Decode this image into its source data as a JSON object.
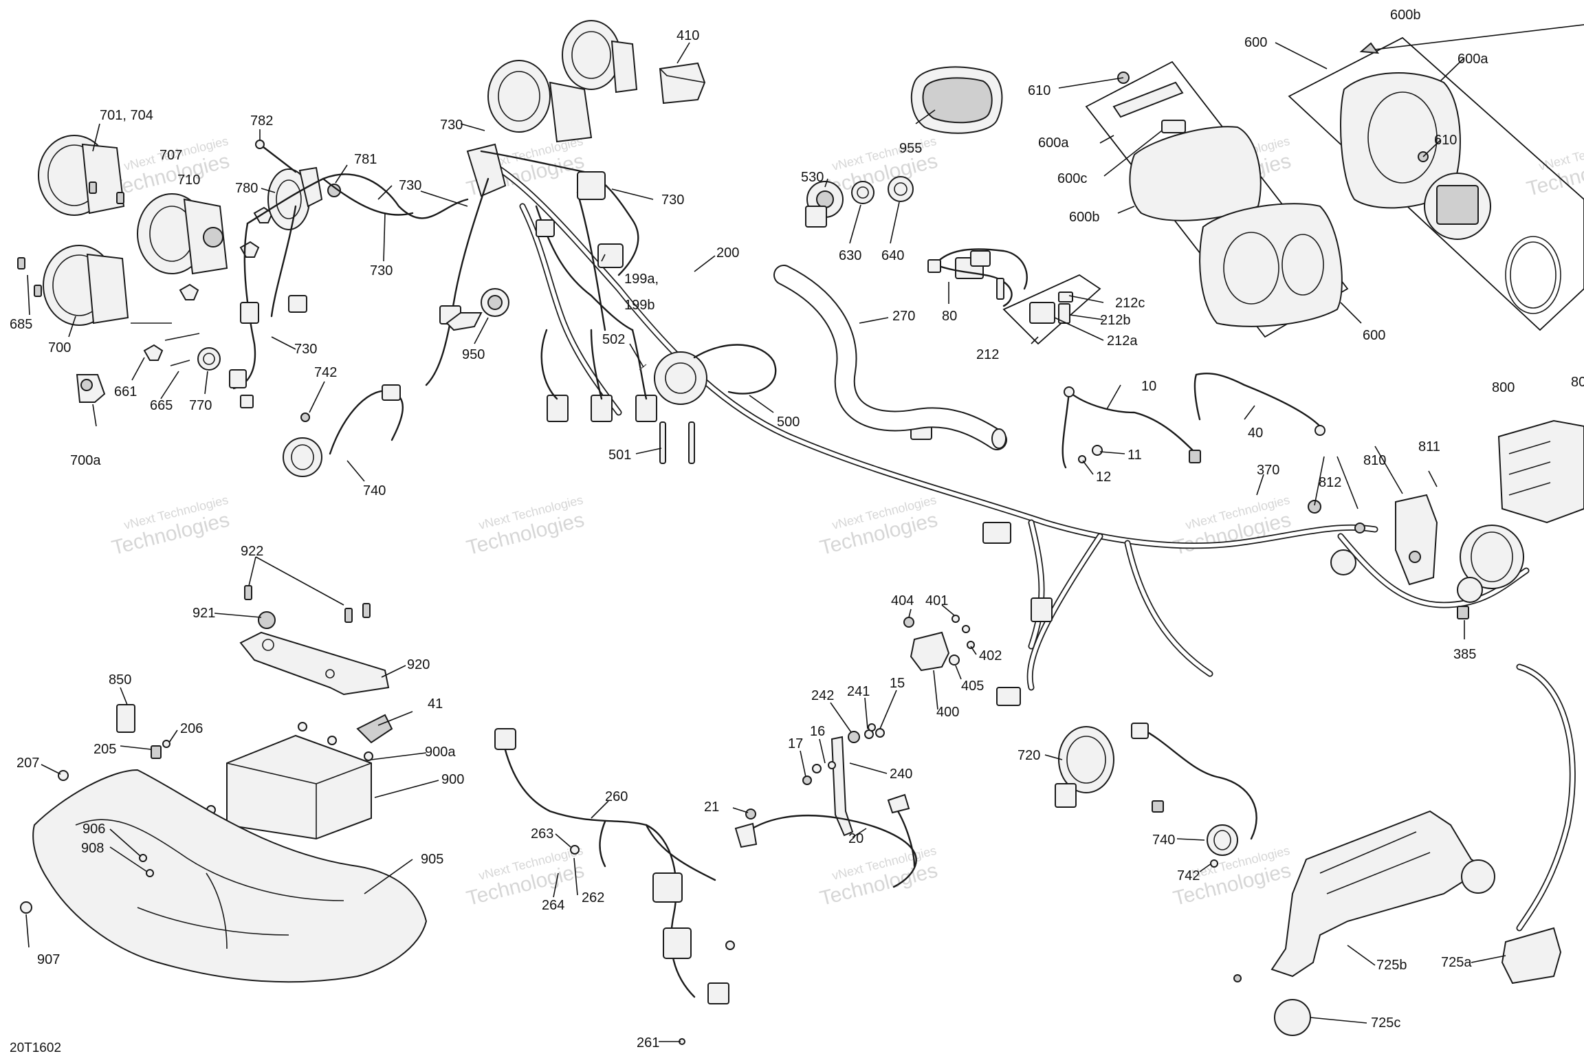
{
  "diagram_id": "20T1602",
  "watermark": {
    "line1": "vNext Technologies",
    "line2": "Technologies"
  },
  "callouts": [
    "410",
    "600b",
    "600",
    "600a",
    "610",
    "610",
    "730",
    "730",
    "730",
    "730",
    "730",
    "701, 704",
    "782",
    "781",
    "707",
    "710",
    "780",
    "955",
    "600a",
    "600c",
    "600b",
    "530",
    "630",
    "640",
    "200",
    "199a,",
    "199b",
    "80",
    "212c",
    "212b",
    "212",
    "212a",
    "270",
    "600",
    "685",
    "700",
    "661",
    "665",
    "770",
    "742",
    "700a",
    "740",
    "950",
    "502",
    "500",
    "501",
    "10",
    "11",
    "12",
    "40",
    "370",
    "812",
    "810",
    "811",
    "800",
    "80",
    "385",
    "922",
    "921",
    "920",
    "404",
    "401",
    "402",
    "405",
    "400",
    "850",
    "41",
    "205",
    "206",
    "207",
    "900a",
    "900",
    "906",
    "908",
    "905",
    "907",
    "260",
    "263",
    "262",
    "264",
    "261",
    "242",
    "241",
    "15",
    "16",
    "17",
    "240",
    "21",
    "20",
    "720",
    "740",
    "742",
    "725b",
    "725a",
    "725c"
  ]
}
